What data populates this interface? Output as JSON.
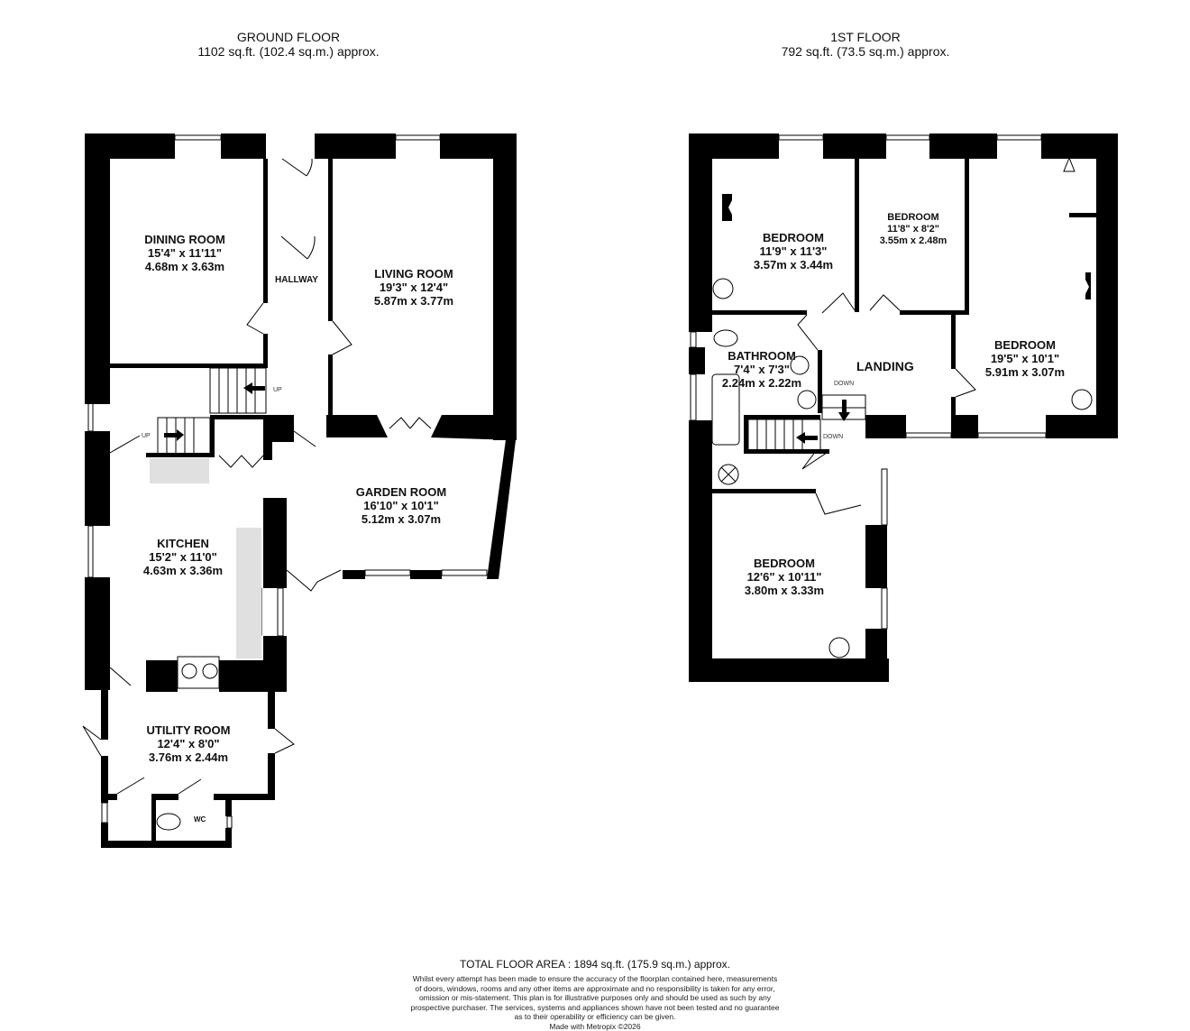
{
  "ground_floor": {
    "title": "GROUND FLOOR",
    "area": "1102 sq.ft. (102.4 sq.m.) approx.",
    "rooms": [
      {
        "name": "DINING ROOM",
        "imperial": "15'4\"  x 11'11\"",
        "metric": "4.68m  x 3.63m"
      },
      {
        "name": "LIVING ROOM",
        "imperial": "19'3\"  x 12'4\"",
        "metric": "5.87m  x 3.77m"
      },
      {
        "name": "GARDEN ROOM",
        "imperial": "16'10\"  x 10'1\"",
        "metric": "5.12m  x 3.07m"
      },
      {
        "name": "KITCHEN",
        "imperial": "15'2\"  x 11'0\"",
        "metric": "4.63m  x 3.36m"
      },
      {
        "name": "UTILITY ROOM",
        "imperial": "12'4\"  x 8'0\"",
        "metric": "3.76m  x 2.44m"
      }
    ],
    "hallway_label": "HALLWAY",
    "wc_label": "WC",
    "stairs_labels": [
      "UP",
      "UP"
    ]
  },
  "first_floor": {
    "title": "1ST FLOOR",
    "area": "792 sq.ft. (73.5 sq.m.) approx.",
    "rooms": [
      {
        "name": "BEDROOM",
        "imperial": "11'9\"  x 11'3\"",
        "metric": "3.57m  x 3.44m"
      },
      {
        "name": "BEDROOM",
        "imperial": "11'8\"  x 8'2\"",
        "metric": "3.55m  x 2.48m"
      },
      {
        "name": "BEDROOM",
        "imperial": "19'5\"  x 10'1\"",
        "metric": "5.91m  x 3.07m"
      },
      {
        "name": "BATHROOM",
        "imperial": "7'4\"  x 7'3\"",
        "metric": "2.24m  x 2.22m"
      },
      {
        "name": "BEDROOM",
        "imperial": "12'6\"  x 10'11\"",
        "metric": "3.80m  x 3.33m"
      }
    ],
    "landing_label": "LANDING",
    "stairs_labels": [
      "DOWN",
      "DOWN"
    ]
  },
  "footer": {
    "total": "TOTAL FLOOR AREA : 1894 sq.ft. (175.9 sq.m.) approx.",
    "disclaimer_lines": [
      "Whilst every attempt has been made to ensure the accuracy of the floorplan contained here, measurements",
      "of doors, windows, rooms and any other items are approximate and no responsibility is taken for any error,",
      "omission or mis-statement. This plan is for illustrative purposes only and should be used as such by any",
      "prospective purchaser. The services, systems and appliances shown have not been tested and no guarantee",
      "as to their operability or efficiency can be given.",
      "Made with Metropix ©2026"
    ]
  },
  "colors": {
    "wall": "#000000",
    "background": "#ffffff",
    "counter": "#e0e0e0"
  }
}
